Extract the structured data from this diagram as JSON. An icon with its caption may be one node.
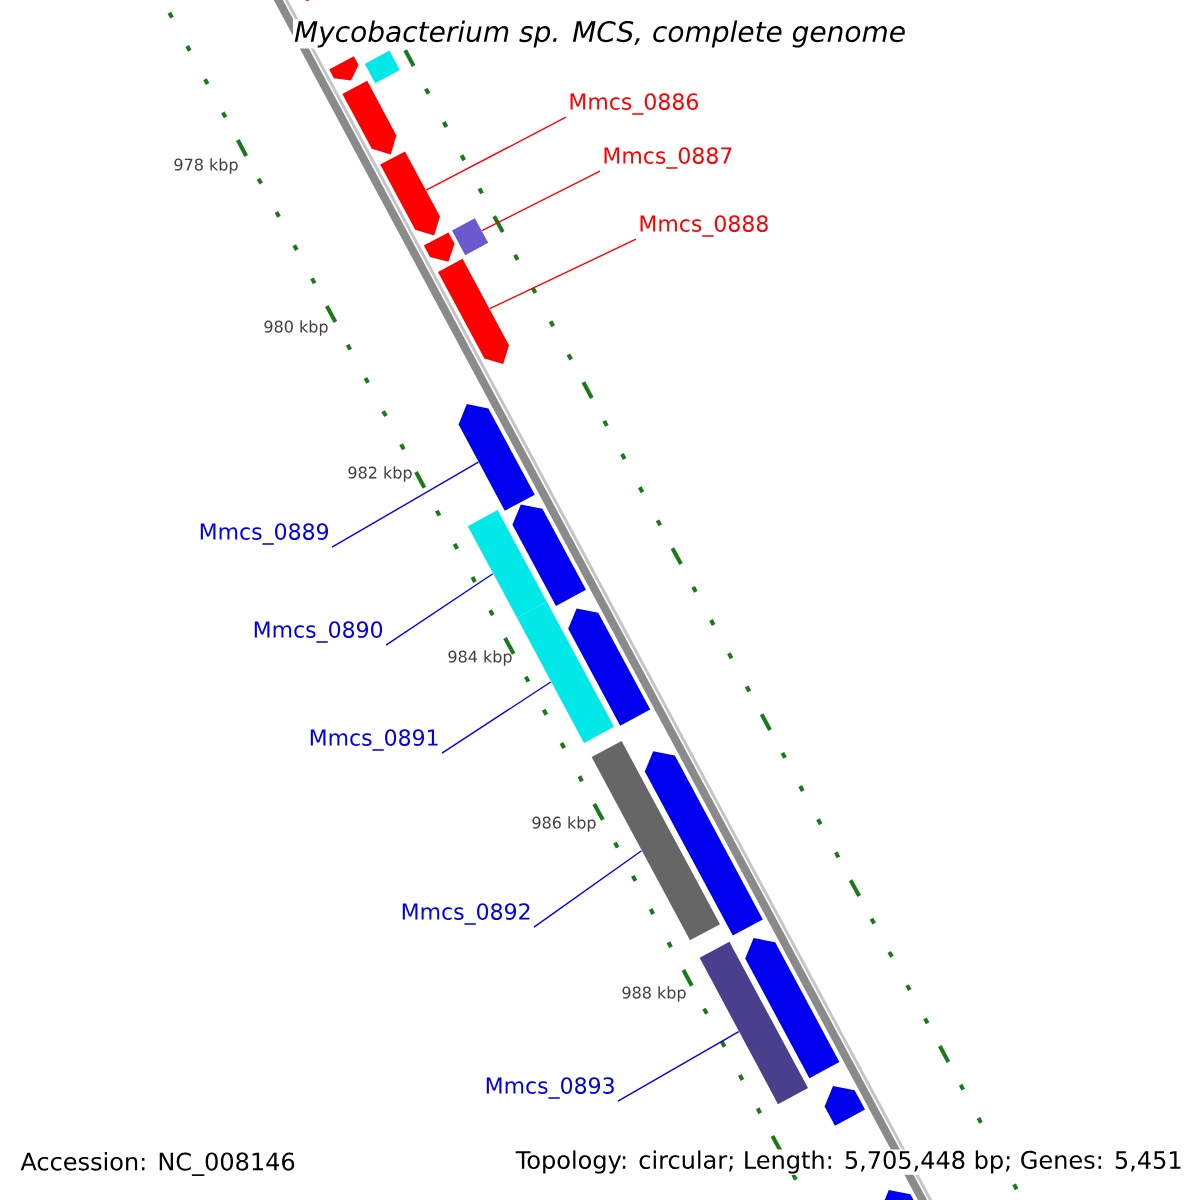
{
  "diagram": {
    "title": "Mycobacterium sp. MCS, complete genome",
    "nodes": [
      {
        "text": [
          "Mmcs_0886"
        ]
      },
      {
        "text": [
          "Mmcs_0887"
        ]
      },
      {
        "text": [
          "Mmcs_0888"
        ]
      },
      {
        "text": [
          "Mmcs_0889"
        ]
      },
      {
        "text": [
          "Mmcs_0890"
        ]
      },
      {
        "text": [
          "Mmcs_0891"
        ]
      },
      {
        "text": [
          "Mmcs_0892"
        ]
      },
      {
        "text": [
          "Mmcs_0893"
        ]
      },
      {
        "text": [],
        "shape": "arrow"
      },
      {
        "text": [],
        "shape": "bar"
      },
      {
        "text": [],
        "shape": "arrow"
      },
      {
        "text": [],
        "shape": "arrow"
      },
      {
        "text": [],
        "shape": "arrow"
      },
      {
        "text": [],
        "shape": "arrow"
      },
      {
        "text": [],
        "shape": "box"
      },
      {
        "text": [],
        "shape": "arrow"
      },
      {
        "text": [],
        "shape": "arrow"
      },
      {
        "text": [],
        "shape": "bar"
      },
      {
        "text": [],
        "shape": "arrow"
      },
      {
        "text": [],
        "shape": "bar"
      },
      {
        "text": [],
        "shape": "arrow"
      },
      {
        "text": [],
        "shape": "bar"
      },
      {
        "text": [],
        "shape": "arrow"
      },
      {
        "text": [],
        "shape": "bar"
      },
      {
        "text": [],
        "shape": "arrow"
      },
      {
        "text": [],
        "shape": "arrow"
      },
      {
        "text": [],
        "shape": "arrow"
      }
    ],
    "edges": [
      {
        "from": 0,
        "to": 12,
        "arrow": "none",
        "color": "#ff0000"
      },
      {
        "from": 1,
        "to": 14,
        "arrow": "none",
        "color": "#ff0000"
      },
      {
        "from": 2,
        "to": 15,
        "arrow": "none",
        "color": "#ff0000"
      },
      {
        "from": 3,
        "to": 16,
        "arrow": "none"
      },
      {
        "from": 4,
        "to": 17,
        "arrow": "none"
      },
      {
        "from": 5,
        "to": 19,
        "arrow": "none"
      },
      {
        "from": 6,
        "to": 21,
        "arrow": "none"
      },
      {
        "from": 7,
        "to": 23,
        "arrow": "none"
      }
    ],
    "labels": [
      "978 kbp",
      "980 kbp",
      "982 kbp",
      "984 kbp",
      "986 kbp",
      "988 kbp",
      "Accession: NC_008146",
      "Topology: circular; Length: 5,705,448 bp; Genes: 5,451"
    ]
  }
}
